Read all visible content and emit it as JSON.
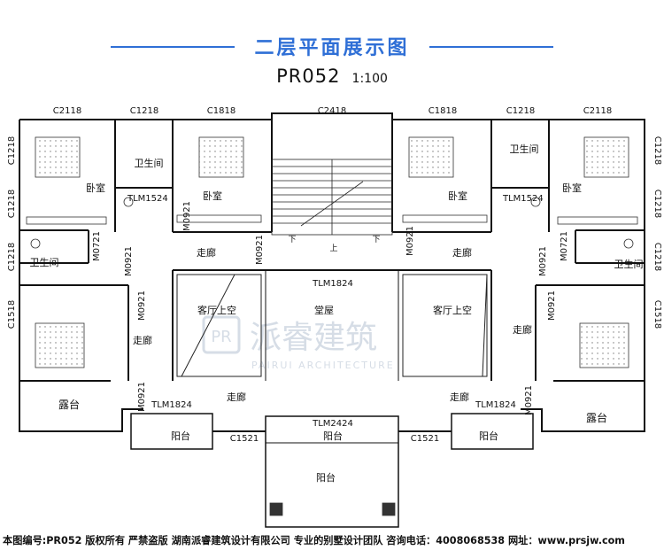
{
  "header": {
    "title": "二层平面展示图",
    "plan_code": "PR052",
    "scale": "1:100",
    "accent_color": "#2f6fd6"
  },
  "window_labels": {
    "top_c2118_left": "C2118",
    "top_c1218_left": "C1218",
    "top_c1818_left": "C1818",
    "top_c2418": "C2418",
    "top_c1818_right": "C1818",
    "top_c1218_right": "C1218",
    "top_c2118_right": "C2118",
    "side_left_c1218_a": "C1218",
    "side_left_c1218_b": "C1218",
    "side_left_c1218_c": "C1218",
    "side_left_c1518": "C1518",
    "side_right_c1218_a": "C1218",
    "side_right_c1218_b": "C1218",
    "side_right_c1218_c": "C1218",
    "side_right_c1518": "C1518",
    "bottom_c1521_left": "C1521",
    "bottom_c1521_right": "C1521"
  },
  "door_labels": {
    "tlm1524_left": "TLM1524",
    "tlm1524_right": "TLM1524",
    "m0921_a": "M0921",
    "m0921_b": "M0921",
    "m0921_c": "M0921",
    "m0921_d": "M0921",
    "m0921_e": "M0921",
    "m0921_f": "M0921",
    "m0921_g": "M0921",
    "m0921_h": "M0921",
    "m0921_i": "M0921",
    "m0721_left": "M0721",
    "m0721_right": "M0721",
    "tlm1824_center": "TLM1824",
    "tlm1824_left": "TLM1824",
    "tlm1824_right": "TLM1824",
    "tlm2424": "TLM2424"
  },
  "room_labels": {
    "bathroom_top_left": "卫生间",
    "bedroom_top_left": "卧室",
    "bedroom_top_center_left": "卧室",
    "bathroom_mid_left": "卫生间",
    "corridor_left_upper": "走廊",
    "corridor_left_mid": "走廊",
    "corridor_left_lower": "走廊",
    "living_void_left": "客厅上空",
    "hall": "堂屋",
    "living_void_right": "客厅上空",
    "bedroom_top_center_right": "卧室",
    "bathroom_top_right": "卫生间",
    "bedroom_top_right": "卧室",
    "bathroom_mid_right": "卫生间",
    "corridor_right_upper": "走廊",
    "corridor_right_mid": "走廊",
    "corridor_right_lower": "走廊",
    "terrace_left": "露台",
    "terrace_right": "露台",
    "balcony_left": "阳台",
    "balcony_center_top": "阳台",
    "balcony_right": "阳台",
    "balcony_center": "阳台",
    "stair_down_left": "下",
    "stair_up": "上",
    "stair_down_right": "下"
  },
  "watermark": {
    "logo_letters": "PR",
    "name": "派睿建筑",
    "subtitle": "PAIRUI ARCHITECTURE"
  },
  "footer": {
    "text": "本图编号:PR052 版权所有 严禁盗版 湖南派睿建筑设计有限公司 专业的别墅设计团队 咨询电话：4008068538 网址：www.prsjw.com"
  }
}
